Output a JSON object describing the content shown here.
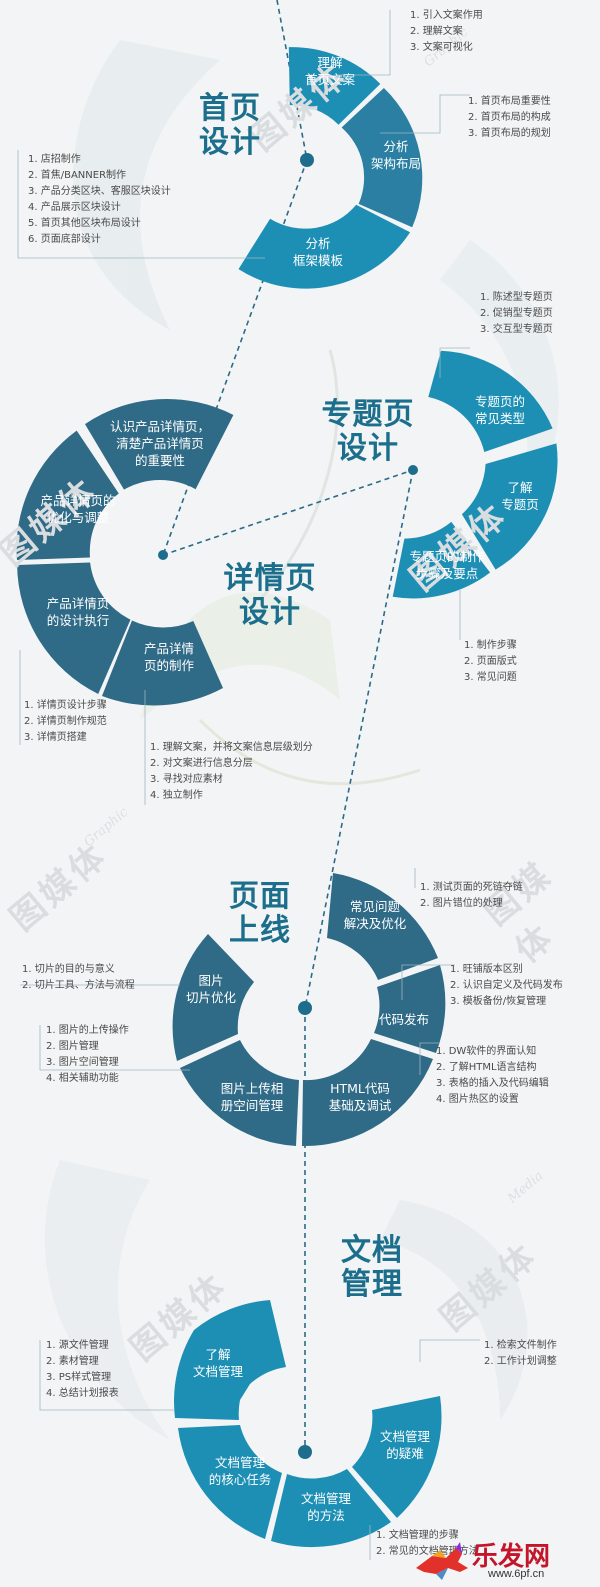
{
  "sections": [
    {
      "title": [
        "首页",
        "设计"
      ],
      "segments": [
        {
          "label": [
            "理解",
            "首页文案"
          ]
        },
        {
          "label": [
            "分析",
            "架构布局"
          ]
        },
        {
          "label": [
            "分析",
            "框架模板"
          ]
        }
      ],
      "notes": [
        [
          "1. 引入文案作用",
          "2. 理解文案",
          "3. 文案可视化"
        ],
        [
          "1. 首页布局重要性",
          "2. 首页布局的构成",
          "3. 首页布局的规划"
        ],
        [
          "1. 店招制作",
          "2. 首焦/BANNER制作",
          "3. 产品分类区块、客服区块设计",
          "4. 产品展示区块设计",
          "5. 首页其他区块布局设计",
          "6. 页面底部设计"
        ]
      ]
    },
    {
      "title": [
        "专题页",
        "设计"
      ],
      "segments": [
        {
          "label": [
            "专题页的",
            "常见类型"
          ]
        },
        {
          "label": [
            "了解",
            "专题页"
          ]
        },
        {
          "label": [
            "专题页的制作",
            "步骤及要点"
          ]
        }
      ],
      "notes": [
        [
          "1. 陈述型专题页",
          "2. 促销型专题页",
          "3. 交互型专题页"
        ],
        [
          "1. 制作步骤",
          "2. 页面版式",
          "3. 常见问题"
        ]
      ]
    },
    {
      "title": [
        "详情页",
        "设计"
      ],
      "segments": [
        {
          "label": [
            "认识产品详情页，",
            "清楚产品详情页",
            "的重要性"
          ]
        },
        {
          "label": [
            "产品详情页的",
            "优化与调整"
          ]
        },
        {
          "label": [
            "产品详情页",
            "的设计执行"
          ]
        },
        {
          "label": [
            "产品详情",
            "页的制作"
          ]
        }
      ],
      "notes": [
        [
          "1. 详情页设计步骤",
          "2. 详情页制作规范",
          "3. 详情页搭建"
        ],
        [
          "1. 理解文案，并将文案信息层级划分",
          "2. 对文案进行信息分层",
          "3. 寻找对应素材",
          "4. 独立制作"
        ]
      ]
    },
    {
      "title": [
        "页面",
        "上线"
      ],
      "segments": [
        {
          "label": [
            "常见问题",
            "解决及优化"
          ]
        },
        {
          "label": [
            "代码发布"
          ]
        },
        {
          "label": [
            "HTML代码",
            "基础及调试"
          ]
        },
        {
          "label": [
            "图片上传相",
            "册空间管理"
          ]
        },
        {
          "label": [
            "图片",
            "切片优化"
          ]
        }
      ],
      "notes": [
        [
          "1. 测试页面的死链夺链",
          "2. 图片错位的处理"
        ],
        [
          "1. 旺铺版本区别",
          "2. 认识自定义及代码发布",
          "3. 模板备份/恢复管理"
        ],
        [
          "1. DW软件的界面认知",
          "2. 了解HTML语言结构",
          "3. 表格的插入及代码编辑",
          "4. 图片热区的设置"
        ],
        [
          "1. 切片的目的与意义",
          "2. 切片工具、方法与流程"
        ],
        [
          "1. 图片的上传操作",
          "2. 图片管理",
          "3. 图片空间管理",
          "4. 相关辅助功能"
        ]
      ]
    },
    {
      "title": [
        "文档",
        "管理"
      ],
      "segments": [
        {
          "label": [
            "了解",
            "文档管理"
          ]
        },
        {
          "label": [
            "文档管理",
            "的疑难"
          ]
        },
        {
          "label": [
            "文档管理",
            "的方法"
          ]
        },
        {
          "label": [
            "文档管理",
            "的核心任务"
          ]
        }
      ],
      "notes": [
        [
          "1. 检索文件制作",
          "2. 工作计划调整"
        ],
        [
          "1. 源文件管理",
          "2. 素材管理",
          "3. PS样式管理",
          "4. 总结计划报表"
        ],
        [
          "1. 文档管理的步骤",
          "2. 常见的文档管理方法"
        ]
      ]
    }
  ],
  "watermark": {
    "text": "图媒体",
    "sub": [
      "Graphic",
      "Media"
    ]
  },
  "logo": {
    "text": "乐发网",
    "url": "www.6pf.cn"
  },
  "colors": {
    "segment_a": "#1d8fb5",
    "segment_b": "#2f6a86",
    "title": "#1c6f8c",
    "line": "#2b6a8a"
  }
}
